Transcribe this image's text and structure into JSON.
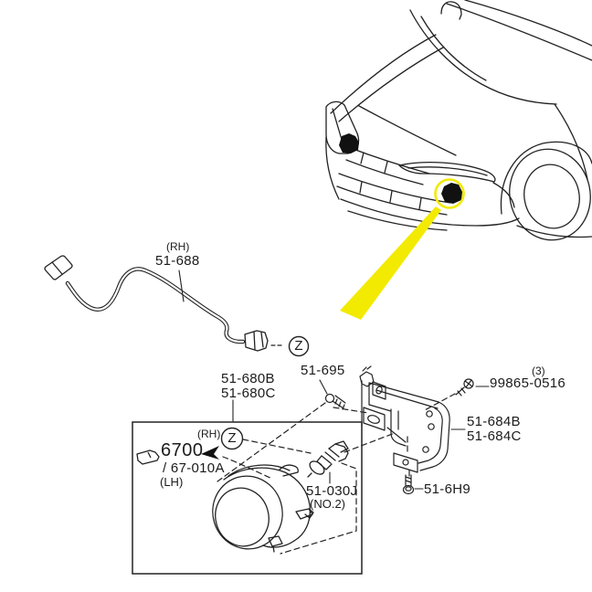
{
  "diagram": {
    "line_color": "#222222",
    "highlight_color": "#f2ea00",
    "highlighted_component": "front fog lamp, right side of bumper"
  },
  "callouts": {
    "harness": {
      "side_note": "(RH)",
      "part_no": "51-688"
    },
    "zone_marker_harness": "Z",
    "screw_upper": {
      "part_no": "51-695"
    },
    "clip_screw": {
      "qty_note": "(3)",
      "part_no": "99865-0516"
    },
    "bracket": {
      "part_no_b": "51-684B",
      "part_no_c": "51-684C"
    },
    "fog_lamp": {
      "part_no_b": "51-680B",
      "part_no_c": "51-680C"
    },
    "detail": {
      "side_note": "(RH)",
      "zone_marker": "Z",
      "catalog_ref": "6700",
      "catalog_ref_sub": "/ 67-010A",
      "side_note_alt": "(LH)"
    },
    "bulb": {
      "part_no": "51-030J",
      "position_note": "(NO.2)"
    },
    "screw_lower": {
      "part_no": "51-6H9"
    }
  }
}
